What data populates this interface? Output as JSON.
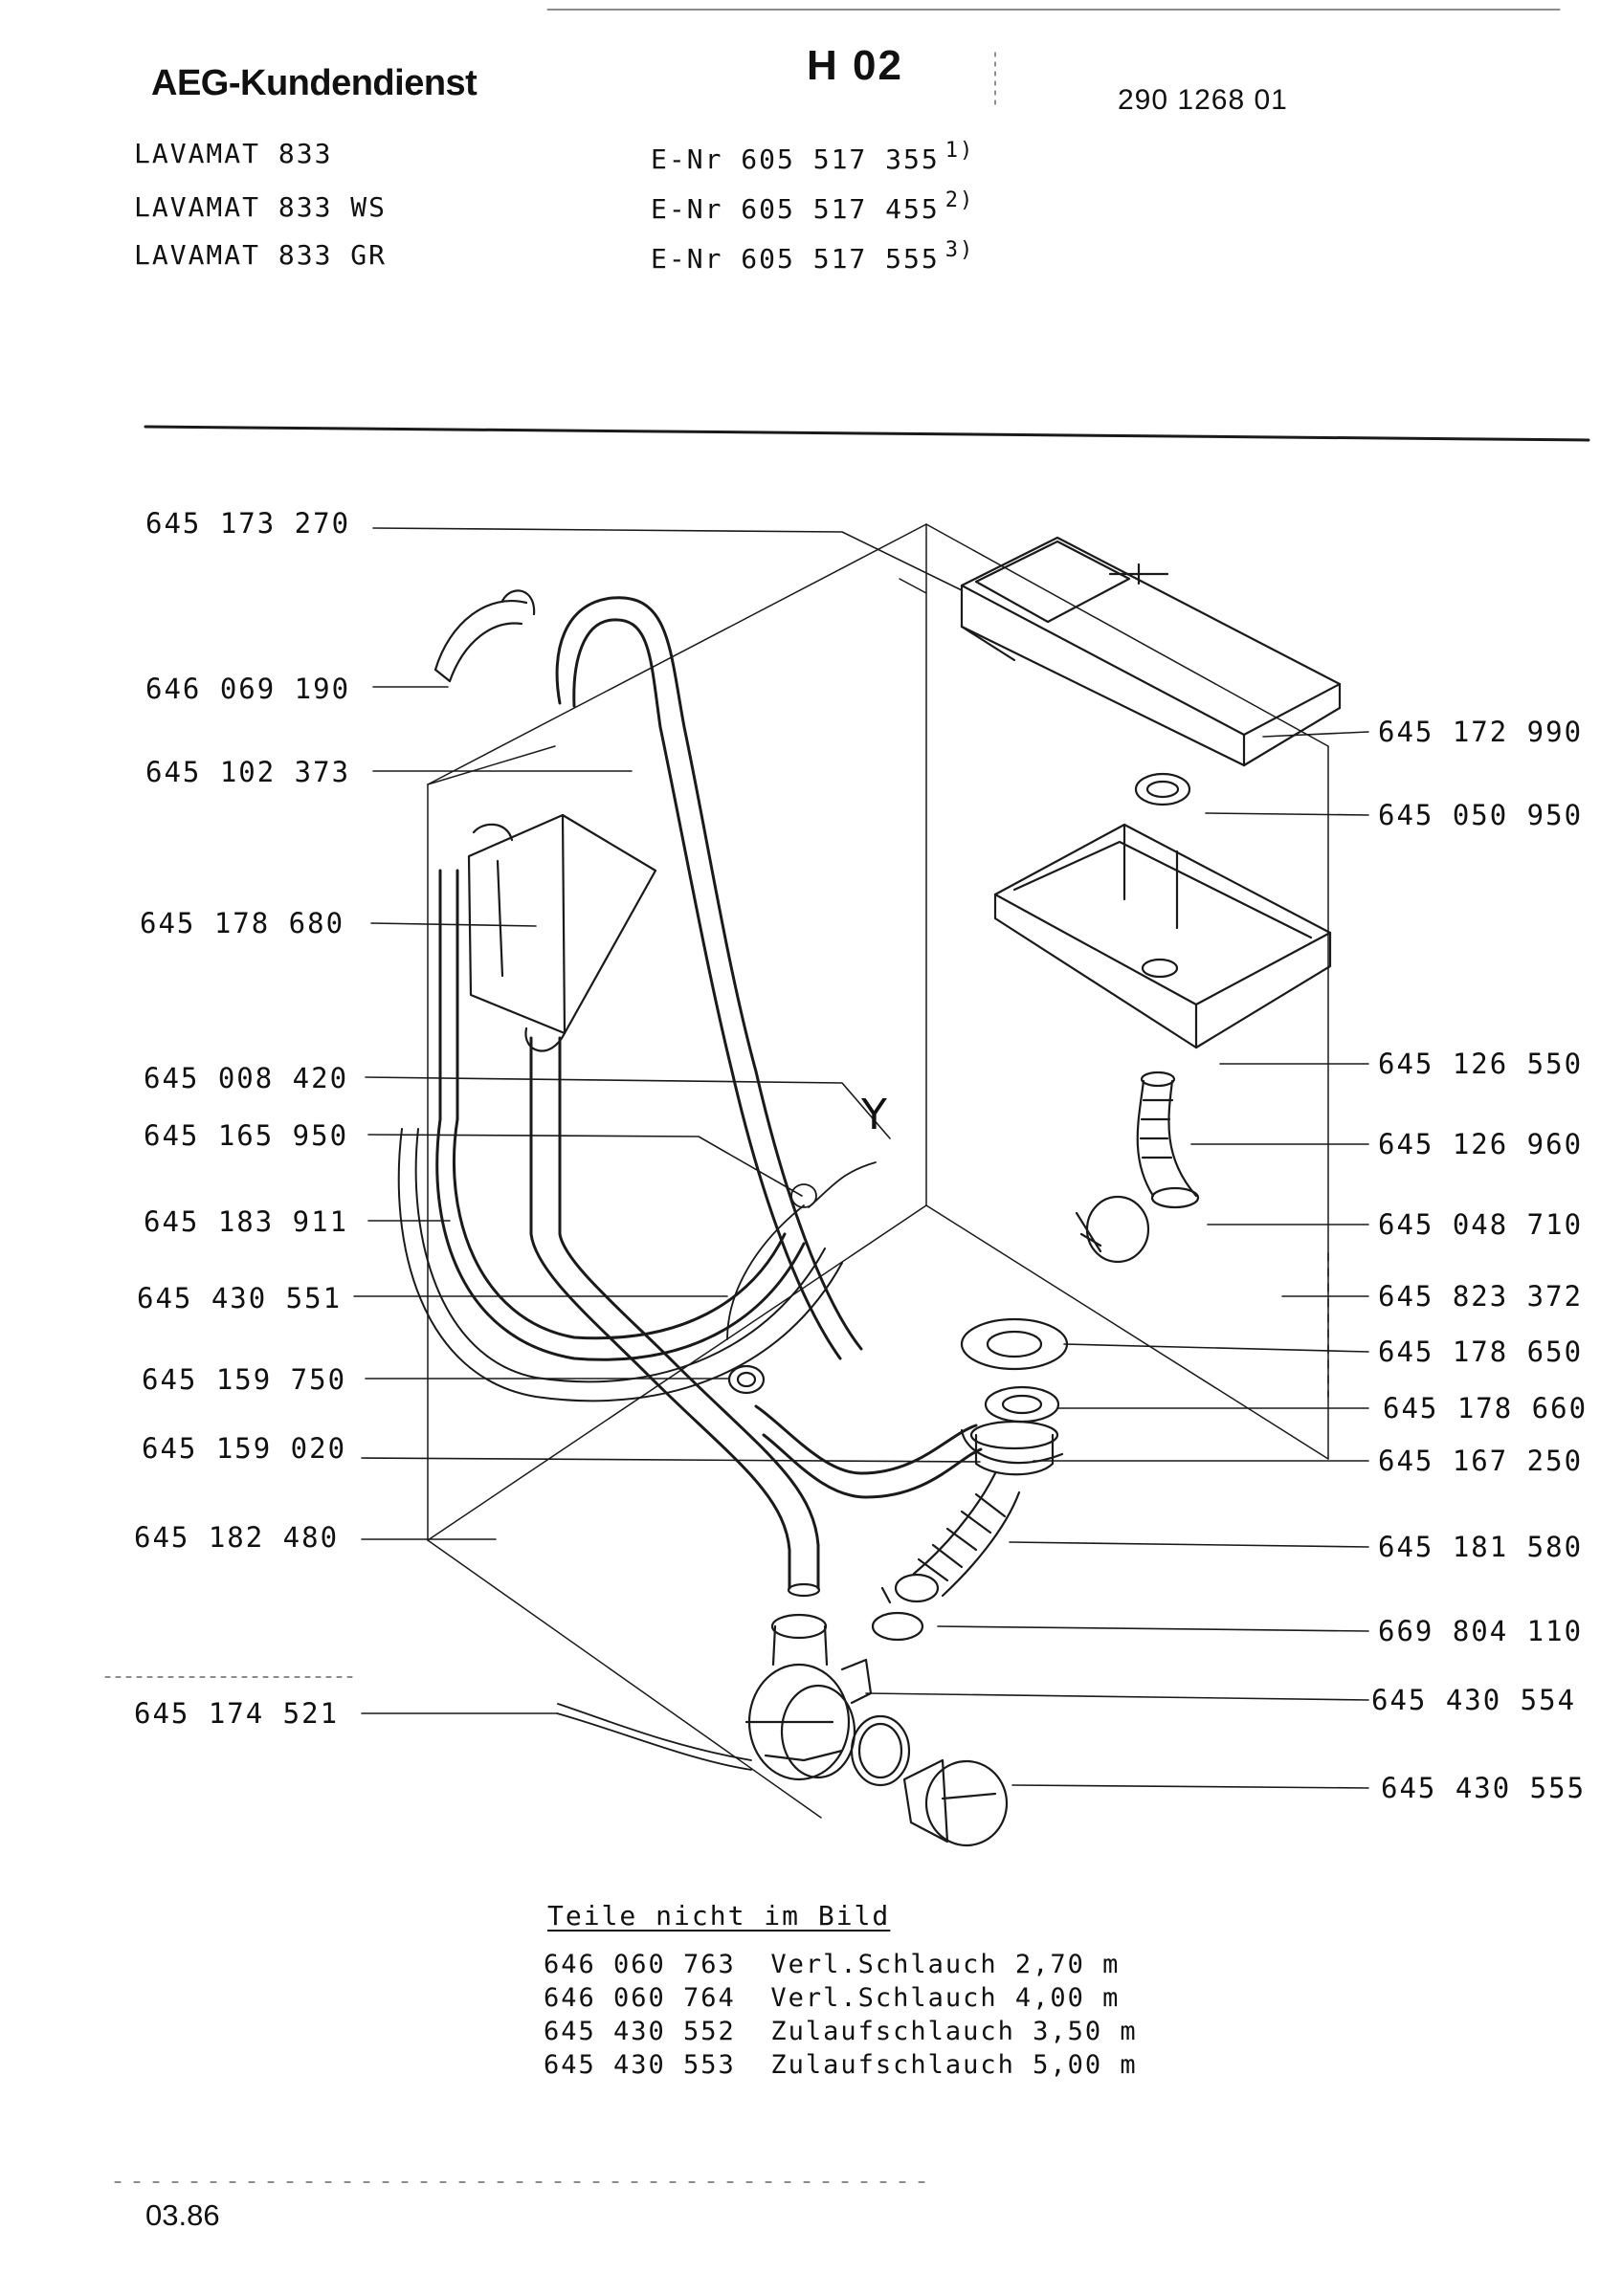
{
  "header": {
    "brand": "AEG-Kundendienst",
    "sheet": "H 02",
    "doc_number": "290 1268 01"
  },
  "models": [
    {
      "name": "LAVAMAT 833",
      "enr": "E-Nr 605 517 355",
      "footnote": "1)"
    },
    {
      "name": "LAVAMAT 833 WS",
      "enr": "E-Nr 605 517 455",
      "footnote": "2)"
    },
    {
      "name": "LAVAMAT 833 GR",
      "enr": "E-Nr 605 517 555",
      "footnote": "3)"
    }
  ],
  "left_parts": [
    "645 173 270",
    "646 069 190",
    "645 102 373",
    "645 178 680",
    "645 008 420",
    "645 165 950",
    "645 183 911",
    "645 430 551",
    "645 159 750",
    "645 159 020",
    "645 182 480",
    "645 174 521"
  ],
  "right_parts": [
    "645 172 990",
    "645 050 950",
    "645 126 550",
    "645 126 960",
    "645 048 710",
    "645 823 372",
    "645 178 650",
    "645 178 660",
    "645 167 250",
    "645 181 580",
    "669 804 110",
    "645 430 554",
    "645 430 555"
  ],
  "y_label": "Y",
  "not_in_picture": {
    "title": "Teile nicht im Bild",
    "rows": [
      {
        "part": "646 060 763",
        "desc": "Verl.Schlauch 2,70 m"
      },
      {
        "part": "646 060 764",
        "desc": "Verl.Schlauch 4,00 m"
      },
      {
        "part": "645 430 552",
        "desc": "Zulaufschlauch 3,50 m"
      },
      {
        "part": "645 430 553",
        "desc": "Zulaufschlauch 5,00 m"
      }
    ]
  },
  "date": "03.86"
}
